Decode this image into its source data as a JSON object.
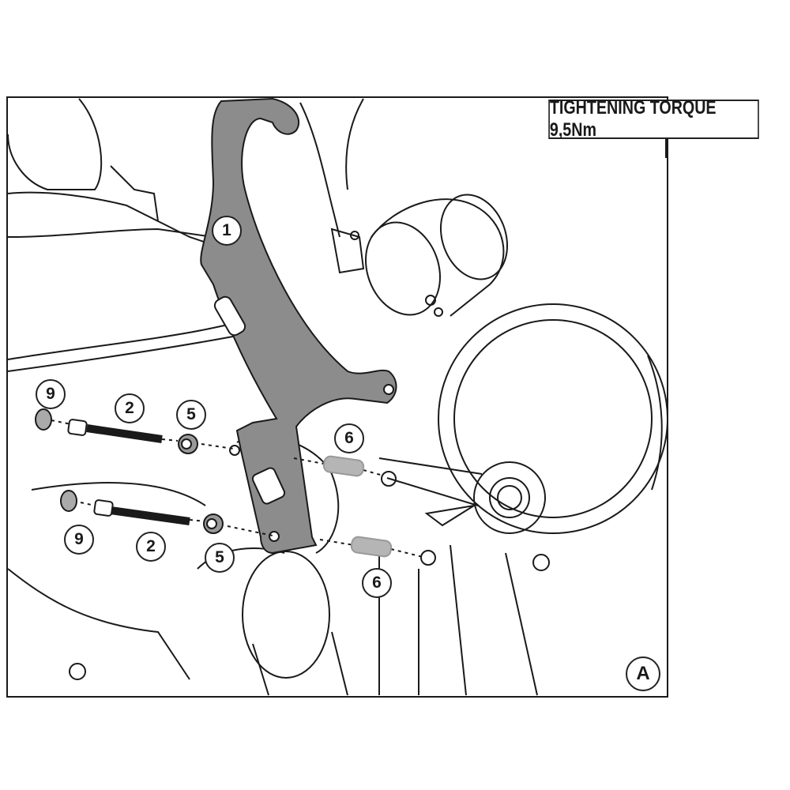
{
  "header": {
    "torque_label": "TIGHTENING TORQUE 9,5Nm"
  },
  "callouts": [
    {
      "id": "1"
    },
    {
      "id": "9"
    },
    {
      "id": "2"
    },
    {
      "id": "5"
    },
    {
      "id": "6"
    },
    {
      "id": "9"
    },
    {
      "id": "2"
    },
    {
      "id": "5"
    },
    {
      "id": "6"
    }
  ],
  "view_label": "A",
  "colors": {
    "line": "#1a1a1a",
    "bracket": "#8c8c8c",
    "spacer": "#b5b5b5",
    "paper": "#ffffff"
  }
}
